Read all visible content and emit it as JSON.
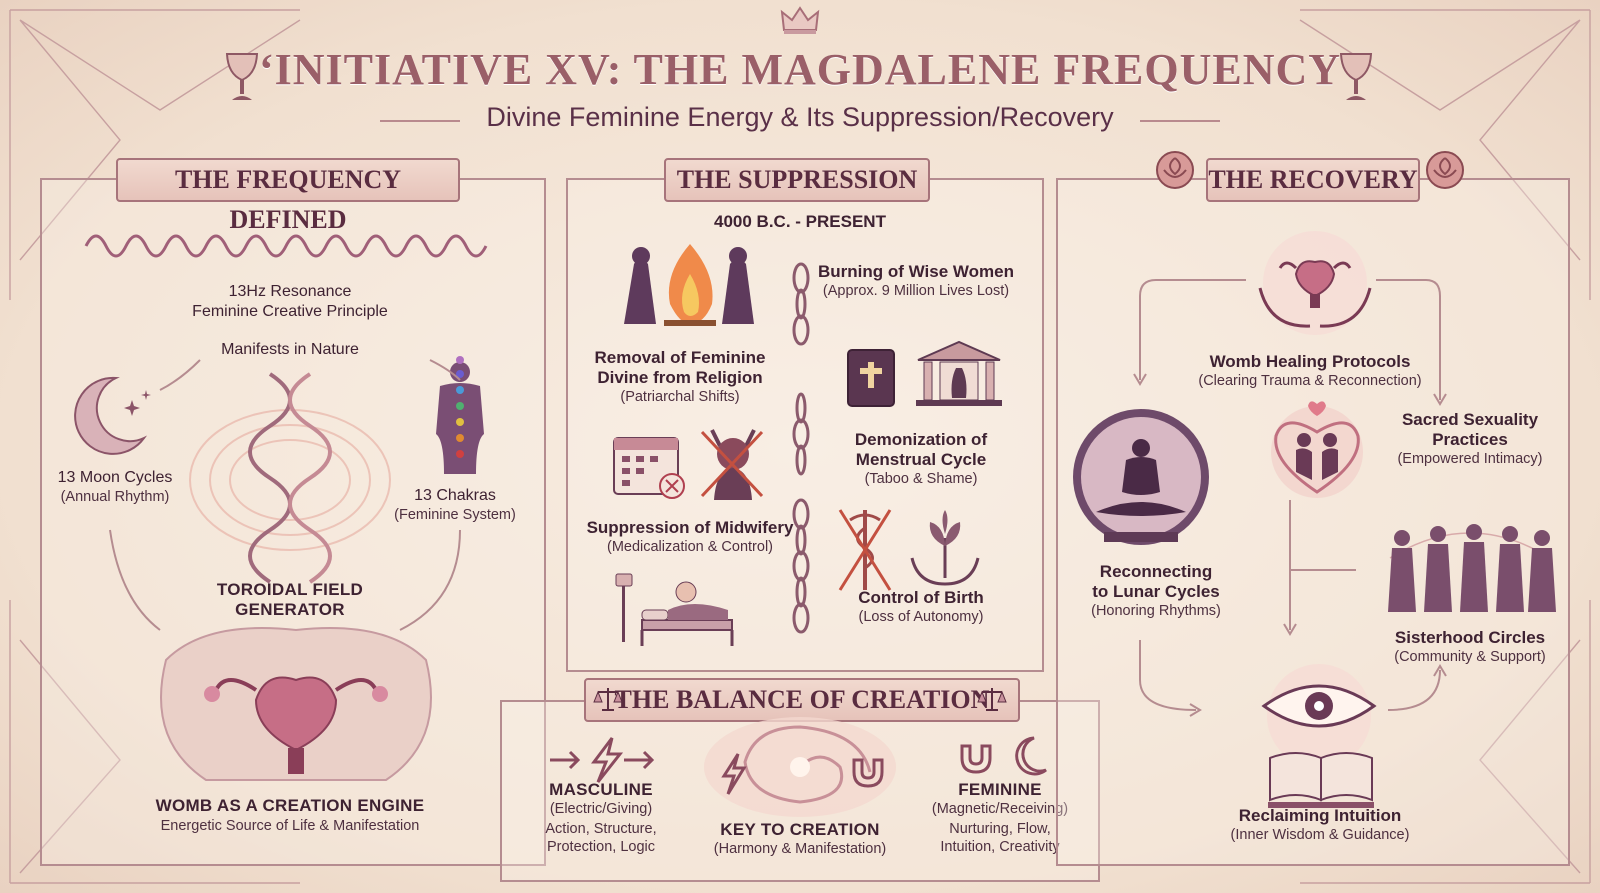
{
  "header": {
    "title": "‘INITIATIVE XV: THE MAGDALENE FREQUENCY",
    "subtitle": "Divine Feminine Energy & Its Suppression/Recovery"
  },
  "frequency": {
    "banner": "THE FREQUENCY DEFINED",
    "resonance": "13Hz Resonance",
    "principle": "Feminine Creative Principle",
    "manifests": "Manifests in Nature",
    "moon_title": "13 Moon Cycles",
    "moon_sub": "(Annual Rhythm)",
    "chakra_title": "13 Chakras",
    "chakra_sub": "(Feminine System)",
    "toroid_line1": "TOROIDAL FIELD",
    "toroid_line2": "GENERATOR",
    "womb_title": "WOMB AS A CREATION ENGINE",
    "womb_sub": "Energetic Source of Life & Manifestation"
  },
  "suppression": {
    "banner": "THE SUPPRESSION",
    "era": "4000 B.C. - PRESENT",
    "items": [
      {
        "title1": "Burning of Wise Women",
        "title2": "",
        "sub": "(Approx. 9 Million Lives Lost)"
      },
      {
        "title1": "Removal of Feminine",
        "title2": "Divine from Religion",
        "sub": "(Patriarchal Shifts)"
      },
      {
        "title1": "Demonization of",
        "title2": "Menstrual Cycle",
        "sub": "(Taboo & Shame)"
      },
      {
        "title1": "Suppression of Midwifery",
        "title2": "",
        "sub": "(Medicalization & Control)"
      },
      {
        "title1": "Control of Birth",
        "title2": "",
        "sub": "(Loss of Autonomy)"
      }
    ]
  },
  "balance": {
    "banner": "THE BALANCE OF CREATION",
    "masculine_title": "MASCULINE",
    "masculine_sub": "(Electric/Giving)",
    "masculine_desc1": "Action, Structure,",
    "masculine_desc2": "Protection, Logic",
    "key_title": "KEY TO CREATION",
    "key_sub": "(Harmony & Manifestation)",
    "feminine_title": "FEMININE",
    "feminine_sub": "(Magnetic/Receiving)",
    "feminine_desc1": "Nurturing, Flow,",
    "feminine_desc2": "Intuition, Creativity"
  },
  "recovery": {
    "banner": "THE RECOVERY",
    "womb_title": "Womb Healing Protocols",
    "womb_sub": "(Clearing Trauma & Reconnection)",
    "sexuality_title1": "Sacred Sexuality",
    "sexuality_title2": "Practices",
    "sexuality_sub": "(Empowered Intimacy)",
    "lunar_title1": "Reconnecting",
    "lunar_title2": "to Lunar Cycles",
    "lunar_sub": "(Honoring Rhythms)",
    "sister_title": "Sisterhood Circles",
    "sister_sub": "(Community & Support)",
    "intuition_title": "Reclaiming Intuition",
    "intuition_sub": "(Inner Wisdom & Guidance)"
  },
  "icons": [
    "crown-icon",
    "chalice-icon",
    "wave-icon",
    "moon-icon",
    "dna-icon",
    "chakra-figure-icon",
    "womb-icon",
    "fire-icon",
    "chain-icon",
    "bible-icon",
    "temple-icon",
    "calendar-icon",
    "devil-icon",
    "hospital-bed-icon",
    "caduceus-icon",
    "hands-plant-icon",
    "lightning-icon",
    "magnet-icon",
    "spiral-galaxy-icon",
    "scales-icon",
    "rose-icon",
    "meditation-icon",
    "heart-couple-icon",
    "sisters-icon",
    "eye-icon",
    "book-icon"
  ],
  "colors": {
    "accent": "#9a5f68",
    "ink": "#4a2a3a",
    "border": "#b58c90",
    "banner": "#e6c3ba",
    "background": "#f3e4d6"
  }
}
